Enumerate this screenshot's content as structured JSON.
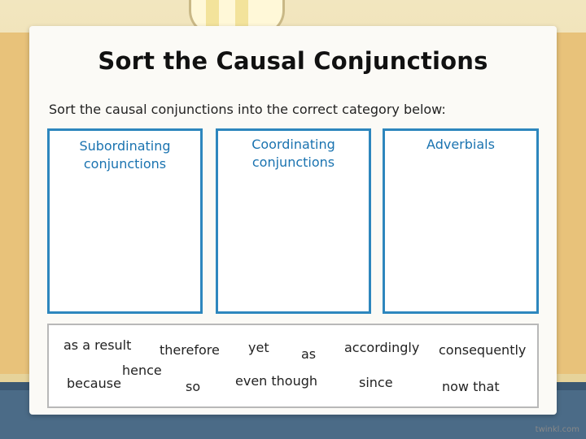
{
  "title": "Sort the Causal Conjunctions",
  "instruction": "Sort the causal conjunctions into the correct category below:",
  "categories": [
    {
      "label": "Subordinating conjunctions"
    },
    {
      "label": "Coordinating conjunctions"
    },
    {
      "label": "Adverbials"
    }
  ],
  "words": [
    "as a result",
    "therefore",
    "yet",
    "as",
    "accordingly",
    "consequently",
    "hence",
    "because",
    "so",
    "even though",
    "since",
    "now that"
  ],
  "watermark": "twinkl.com",
  "colors": {
    "box_border": "#2d86bd",
    "category_text": "#1a73b0"
  }
}
